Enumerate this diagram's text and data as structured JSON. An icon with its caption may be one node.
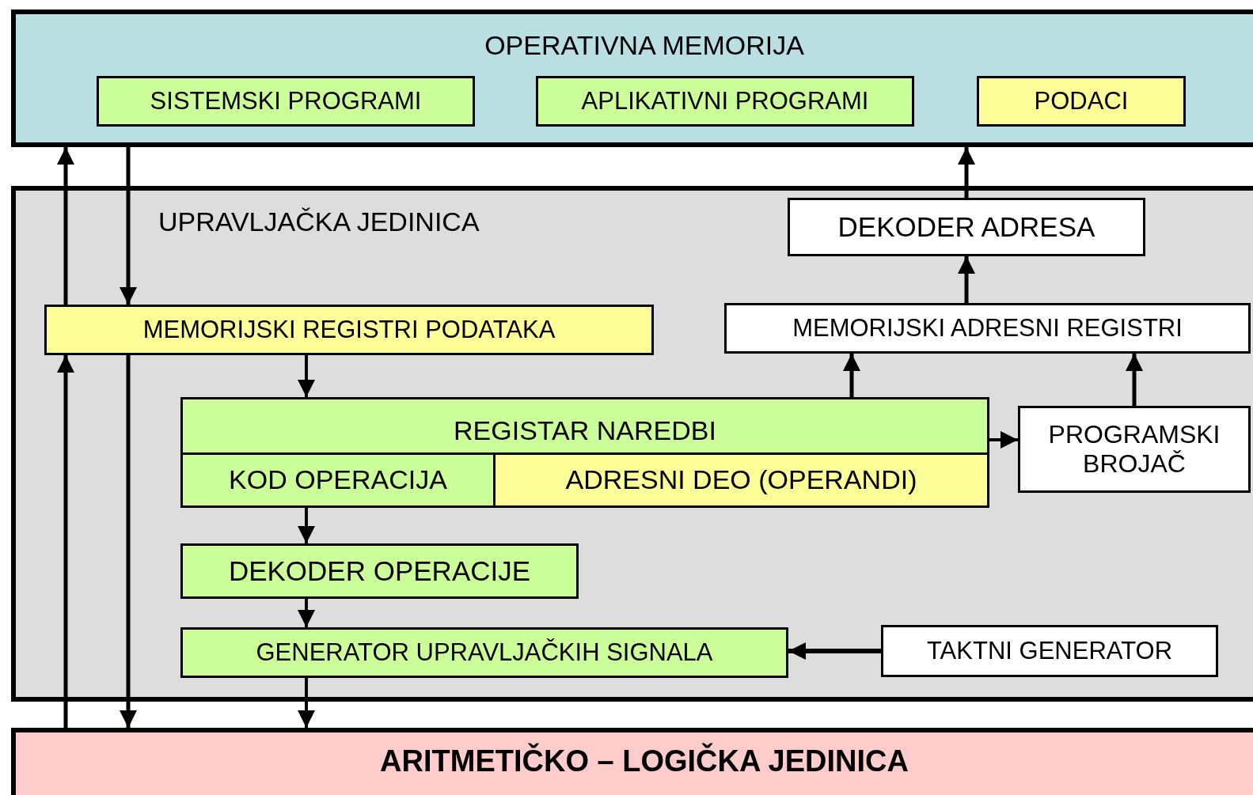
{
  "diagram": {
    "nodes": [
      {
        "text": [
          "OPERATIVNA MEMORIJA"
        ]
      },
      {
        "text": [
          "SISTEMSKI PROGRAMI"
        ],
        "in": 0
      },
      {
        "text": [
          "APLIKATIVNI PROGRAMI"
        ],
        "in": 0
      },
      {
        "text": [
          "PODACI"
        ],
        "in": 0
      },
      {
        "text": [
          "UPRAVLJAČKA JEDINICA"
        ]
      },
      {
        "text": [
          "DEKODER ADRESA"
        ],
        "in": 4
      },
      {
        "text": [
          "MEMORIJSKI REGISTRI PODATAKA"
        ],
        "in": 4
      },
      {
        "text": [
          "MEMORIJSKI ADRESNI REGISTRI"
        ],
        "in": 4
      },
      {
        "text": [
          "REGISTAR NAREDBI"
        ],
        "in": 4
      },
      {
        "text": [
          "KOD OPERACIJA"
        ],
        "in": 8
      },
      {
        "text": [
          "ADRESNI DEO (OPERANDI)"
        ],
        "in": 8
      },
      {
        "text": [
          "PROGRAMSKI BROJAČ"
        ],
        "in": 4
      },
      {
        "text": [
          "DEKODER OPERACIJE"
        ],
        "in": 4
      },
      {
        "text": [
          "GENERATOR UPRAVLJAČKIH SIGNALA"
        ],
        "in": 4
      },
      {
        "text": [
          "TAKTNI GENERATOR"
        ],
        "in": 4
      },
      {
        "text": [
          "ARITMETIČKO – LOGIČKA JEDINICA"
        ]
      }
    ],
    "edges": [
      {
        "from": 15,
        "to": 6,
        "arrow": "to"
      },
      {
        "from": 6,
        "to": 0,
        "arrow": "to"
      },
      {
        "from": 0,
        "to": 6,
        "arrow": "to"
      },
      {
        "from": 6,
        "to": 15,
        "arrow": "to"
      },
      {
        "from": 6,
        "to": 8,
        "arrow": "to"
      },
      {
        "from": 9,
        "to": 12,
        "arrow": "to"
      },
      {
        "from": 12,
        "to": 13,
        "arrow": "to"
      },
      {
        "from": 13,
        "to": 15,
        "arrow": "to"
      },
      {
        "from": 8,
        "to": 7,
        "arrow": "to"
      },
      {
        "from": 8,
        "to": 11,
        "arrow": "to"
      },
      {
        "from": 11,
        "to": 7,
        "arrow": "to"
      },
      {
        "from": 7,
        "to": 5,
        "arrow": "to"
      },
      {
        "from": 5,
        "to": 0,
        "arrow": "to"
      },
      {
        "from": 14,
        "to": 13,
        "arrow": "to"
      }
    ]
  }
}
